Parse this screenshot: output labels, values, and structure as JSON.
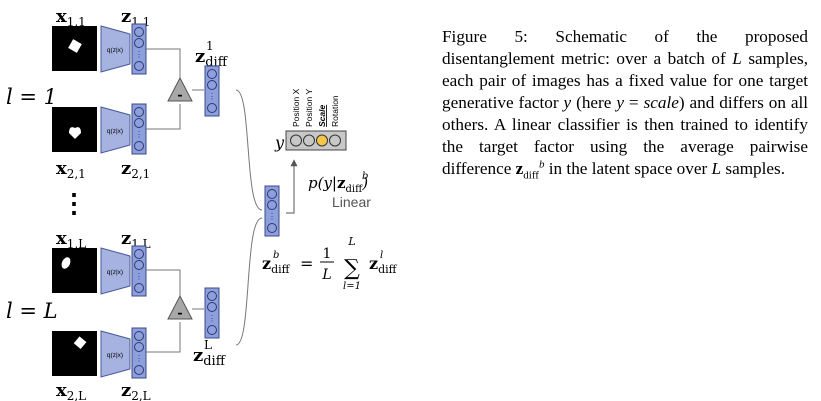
{
  "figure": {
    "pairs": [
      {
        "group_label": "l = 1",
        "x_top": "x",
        "x_top_sub": "1,1",
        "x_bottom": "x",
        "x_bottom_sub": "2,1",
        "z_top": "z",
        "z_top_sub": "1,1",
        "z_bottom": "z",
        "z_bottom_sub": "2,1",
        "zdiff": "z",
        "zdiff_sub": "diff",
        "zdiff_sup": "1"
      },
      {
        "group_label": "l = L",
        "x_top": "x",
        "x_top_sub": "1,L",
        "x_bottom": "x",
        "x_bottom_sub": "2,L",
        "z_top": "z",
        "z_top_sub": "1,L",
        "z_bottom": "z",
        "z_bottom_sub": "2,L",
        "zdiff": "z",
        "zdiff_sub": "diff",
        "zdiff_sup": "L"
      }
    ],
    "encoder_label": "q(z|x)",
    "minus_sign": "-",
    "vertical_dots": "⋮",
    "zb": "z",
    "zb_sub": "diff",
    "zb_sup": "b",
    "formula_eq": "=",
    "formula_frac_top": "1",
    "formula_frac_bottom": "L",
    "formula_sum": "∑",
    "formula_sum_top": "L",
    "formula_sum_bottom": "l=1",
    "formula_term": "z",
    "formula_term_sub": "diff",
    "formula_term_sup": "l",
    "classifier_prob": "p(y|",
    "classifier_prob_z": "z",
    "classifier_prob_sub": "diff",
    "classifier_prob_sup": "b",
    "classifier_prob_close": ")",
    "classifier_type": "Linear",
    "y_label": "y",
    "factors": [
      "Position X",
      "Position Y",
      "Scale",
      "Rotation"
    ],
    "highlighted_factor": "Scale",
    "colors": {
      "encoder": "#a6b2e0",
      "encoder_stroke": "#4a5a9c",
      "latent": "#8d9fdc",
      "highlight": "#f4c54a",
      "output_box": "#c8c8c8",
      "minus_triangle": "#a8a8a8"
    }
  },
  "caption": {
    "label": "Figure 5:",
    "t1": "Schematic of the proposed disentanglement metric: over a batch of",
    "L1": "L",
    "t2": "samples, each pair of images has a fixed value for one target generative factor",
    "y1": "y",
    "t3": "(here",
    "y2": "y",
    "eq": "=",
    "scale": "scale",
    "t4": ") and differs on all others. A linear classifier is then trained to identify the target factor using the average pairwise difference",
    "z": "z",
    "z_sub": "diff",
    "z_sup": "b",
    "t5": "in the latent space over",
    "L2": "L",
    "t6": "samples."
  }
}
